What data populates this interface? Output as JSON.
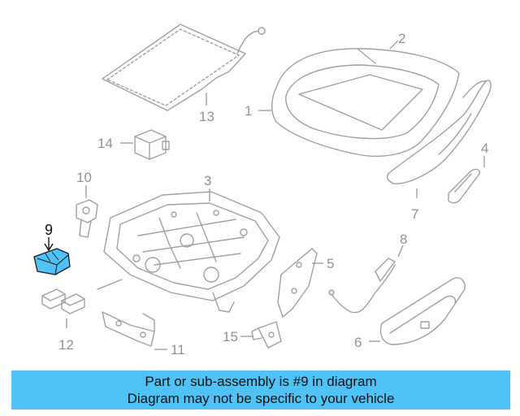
{
  "callouts": {
    "c1": "1",
    "c2": "2",
    "c3": "3",
    "c4": "4",
    "c5": "5",
    "c6": "6",
    "c7": "7",
    "c8": "8",
    "c9": "9",
    "c10": "10",
    "c11": "11",
    "c12": "12",
    "c13": "13",
    "c14": "14",
    "c15": "15"
  },
  "highlighted_part": "9",
  "colors": {
    "highlight": "#4fc3f7",
    "line_art": "#9aa1a7",
    "banner": "#4fc3f7"
  },
  "banner": {
    "line1": "Part or sub-assembly is #9 in diagram",
    "line2": "Diagram may not be specific to your vehicle"
  }
}
